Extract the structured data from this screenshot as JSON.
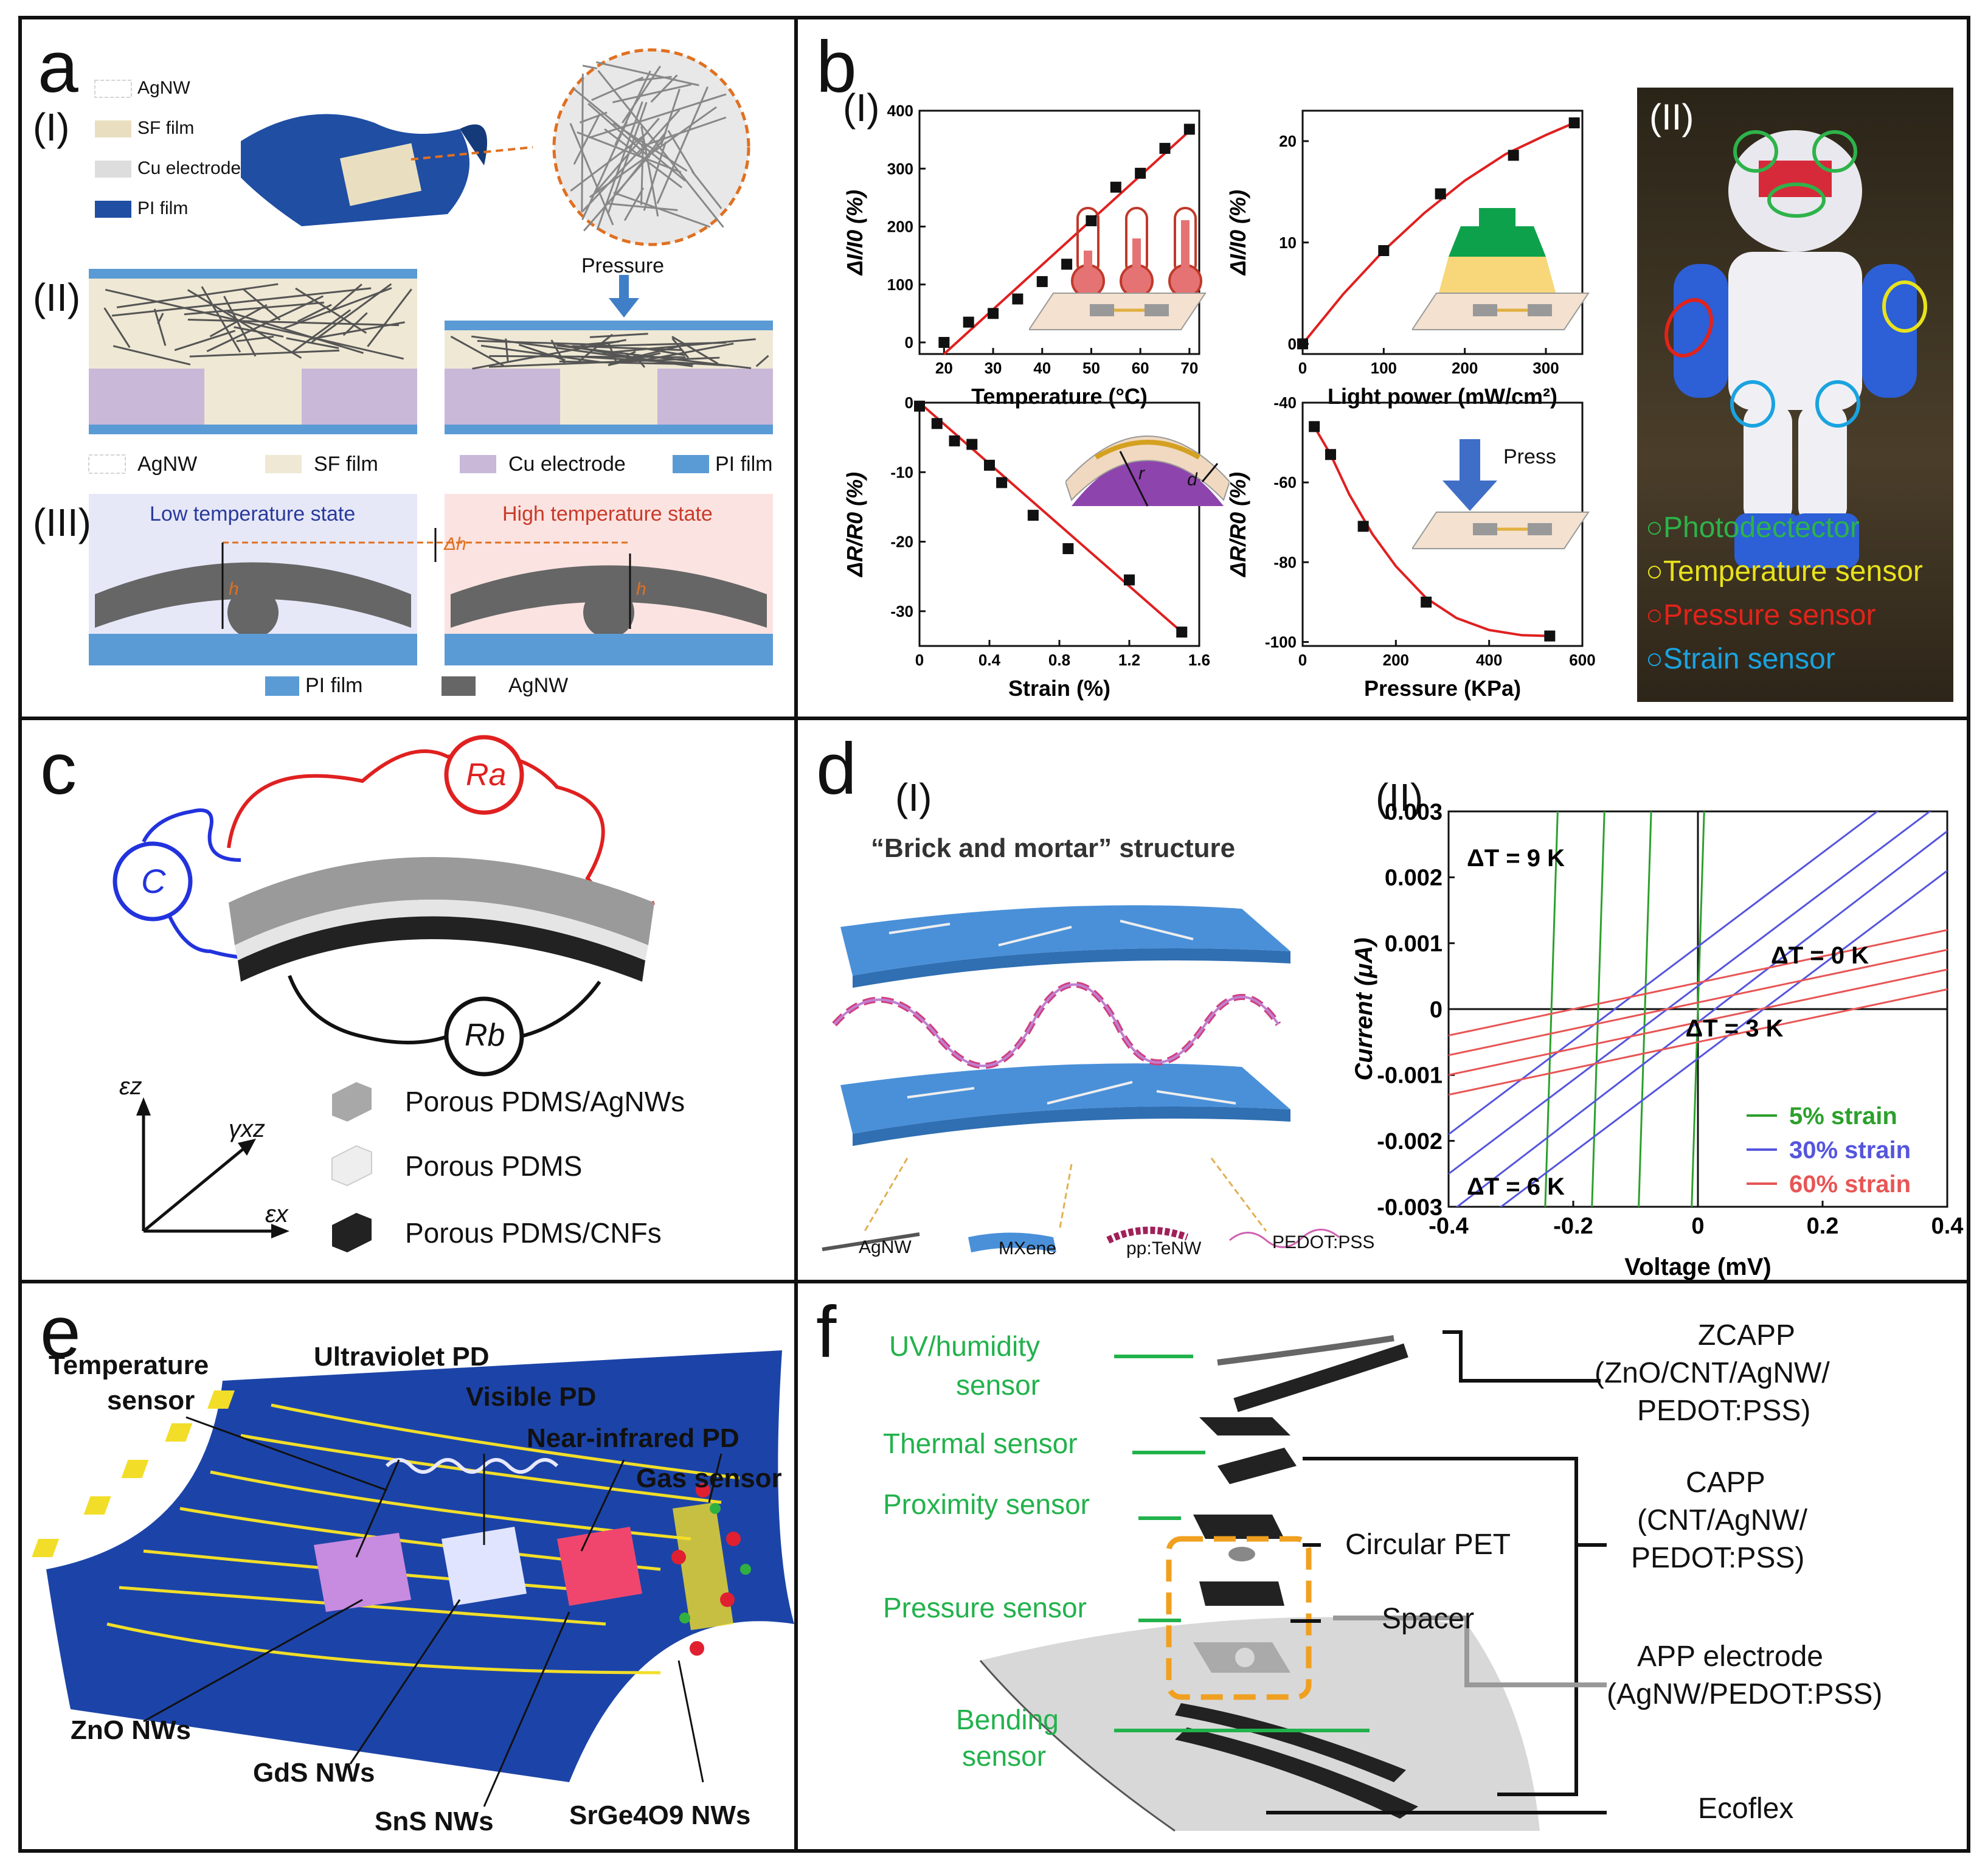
{
  "panel_a": {
    "label": "a",
    "roman": [
      "(I)",
      "(II)",
      "(III)"
    ],
    "legend_top": [
      "AgNW",
      "SF film",
      "Cu electrode",
      "PI film"
    ],
    "pressure": "Pressure",
    "legend_mid": [
      "AgNW",
      "SF film",
      "Cu electrode",
      "PI film"
    ],
    "low_state": "Low temperature state",
    "high_state": "High temperature state",
    "h": "h",
    "dh": "Δh",
    "legend_bottom": [
      "PI film",
      "AgNW"
    ],
    "colors": {
      "pi": "#5b9bd5",
      "sf": "#efe8d4",
      "cu": "#c9b8d8",
      "low_bg": "#e6e8f8",
      "high_bg": "#fbe3e1",
      "agnw": "#666666"
    }
  },
  "panel_b": {
    "label": "b",
    "roman": [
      "(I)",
      "(II)"
    ],
    "robot_legend": [
      "Photodectector",
      "Temperature sensor",
      "Pressure sensor",
      "Strain sensor"
    ],
    "robot_colors": [
      "#2db34a",
      "#e8e21c",
      "#e2231a",
      "#1aa3e0"
    ],
    "press": "Press",
    "inset_r": "r",
    "inset_d": "d"
  },
  "chart_data": [
    {
      "type": "scatter",
      "xlabel": "Temperature (°C)",
      "ylabel": "ΔI/I0 (%)",
      "xlim": [
        15,
        72
      ],
      "ylim": [
        -20,
        400
      ],
      "xticks": [
        20,
        30,
        40,
        50,
        60,
        70
      ],
      "yticks": [
        0,
        100,
        200,
        300,
        400
      ],
      "x": [
        20,
        25,
        30,
        35,
        40,
        45,
        50,
        55,
        60,
        65,
        70
      ],
      "y": [
        0,
        35,
        50,
        75,
        105,
        135,
        210,
        268,
        292,
        335,
        368
      ],
      "fit": [
        [
          20,
          -20
        ],
        [
          70,
          365
        ]
      ]
    },
    {
      "type": "scatter",
      "xlabel": "Light power (mW/cm²)",
      "ylabel": "ΔI/I0 (%)",
      "xlim": [
        0,
        345
      ],
      "ylim": [
        -1,
        23
      ],
      "xticks": [
        0,
        100,
        200,
        300
      ],
      "yticks": [
        0,
        10,
        20
      ],
      "x": [
        0,
        100,
        170,
        260,
        335
      ],
      "y": [
        0,
        9.2,
        14.8,
        18.6,
        21.8
      ],
      "fit_curve": [
        [
          0,
          0
        ],
        [
          50,
          4.9
        ],
        [
          100,
          9.2
        ],
        [
          150,
          12.9
        ],
        [
          200,
          16.1
        ],
        [
          250,
          18.7
        ],
        [
          300,
          20.6
        ],
        [
          335,
          21.8
        ]
      ]
    },
    {
      "type": "scatter",
      "xlabel": "Strain (%)",
      "ylabel": "ΔR/R0 (%)",
      "xlim": [
        0,
        1.6
      ],
      "ylim": [
        -35,
        0
      ],
      "xticks": [
        0.0,
        0.4,
        0.8,
        1.2,
        1.6
      ],
      "yticks": [
        0,
        -10,
        -20,
        -30
      ],
      "x": [
        0,
        0.1,
        0.2,
        0.3,
        0.4,
        0.47,
        0.65,
        0.85,
        1.2,
        1.5
      ],
      "y": [
        -0.5,
        -3,
        -5.5,
        -6,
        -9,
        -11.5,
        -16.2,
        -21,
        -25.5,
        -33
      ],
      "fit": [
        [
          0,
          0
        ],
        [
          1.5,
          -33
        ]
      ]
    },
    {
      "type": "scatter",
      "xlabel": "Pressure (KPa)",
      "ylabel": "ΔR/R0 (%)",
      "xlim": [
        0,
        600
      ],
      "ylim": [
        -101,
        -40
      ],
      "xticks": [
        0,
        200,
        400,
        600
      ],
      "yticks": [
        -40,
        -60,
        -80,
        -100
      ],
      "x": [
        25,
        60,
        130,
        265,
        530
      ],
      "y": [
        -46,
        -53,
        -71,
        -90,
        -98.5
      ],
      "fit_curve": [
        [
          25,
          -46
        ],
        [
          60,
          -53
        ],
        [
          100,
          -63
        ],
        [
          150,
          -73
        ],
        [
          200,
          -81
        ],
        [
          265,
          -89
        ],
        [
          330,
          -94
        ],
        [
          400,
          -97
        ],
        [
          470,
          -98.3
        ],
        [
          530,
          -98.5
        ]
      ]
    },
    {
      "type": "line",
      "xlabel": "Voltage (mV)",
      "ylabel": "Current (μA)",
      "xlim": [
        -0.4,
        0.4
      ],
      "ylim": [
        -0.003,
        0.003
      ],
      "xticks": [
        -0.4,
        -0.2,
        0.0,
        0.2,
        0.4
      ],
      "yticks": [
        0.003,
        0.002,
        0.001,
        0.0,
        -0.001,
        -0.002,
        -0.003
      ],
      "series": [
        {
          "name": "5%    strain",
          "color": "#2ca02c",
          "lines": [
            [
              [
                -0.245,
                -0.003
              ],
              [
                -0.225,
                0.003
              ]
            ],
            [
              [
                -0.17,
                -0.003
              ],
              [
                -0.15,
                0.003
              ]
            ],
            [
              [
                -0.095,
                -0.003
              ],
              [
                -0.075,
                0.003
              ]
            ],
            [
              [
                -0.01,
                -0.003
              ],
              [
                0.01,
                0.003
              ]
            ]
          ]
        },
        {
          "name": "30% strain",
          "color": "#5555dd",
          "lines": [
            [
              [
                -0.4,
                -0.0019
              ],
              [
                0.4,
                0.0038
              ]
            ],
            [
              [
                -0.4,
                -0.0025
              ],
              [
                0.4,
                0.0032
              ]
            ],
            [
              [
                -0.4,
                -0.0031
              ],
              [
                0.4,
                0.0027
              ]
            ],
            [
              [
                -0.4,
                -0.0036
              ],
              [
                0.4,
                0.0021
              ]
            ]
          ]
        },
        {
          "name": "60% strain",
          "color": "#e85555",
          "lines": [
            [
              [
                -0.4,
                -0.0004
              ],
              [
                0.4,
                0.0012
              ]
            ],
            [
              [
                -0.4,
                -0.0007
              ],
              [
                0.4,
                0.0009
              ]
            ],
            [
              [
                -0.4,
                -0.001
              ],
              [
                0.4,
                0.0006
              ]
            ],
            [
              [
                -0.4,
                -0.0013
              ],
              [
                0.4,
                0.0003
              ]
            ]
          ]
        }
      ],
      "annotations": [
        "ΔT = 9 K",
        "ΔT = 0 K",
        "ΔT = 3 K",
        "ΔT = 6 K"
      ]
    }
  ],
  "panel_c": {
    "label": "c",
    "ra": "Ra",
    "rb": "Rb",
    "c": "C",
    "axis_z": "εz",
    "axis_xz": "γxz",
    "axis_x": "εx",
    "legend": [
      "Porous PDMS/AgNWs",
      "Porous PDMS",
      "Porous PDMS/CNFs"
    ]
  },
  "panel_d": {
    "label": "d",
    "roman": [
      "(I)",
      "(II)"
    ],
    "title": "“Brick and mortar” structure",
    "legend": [
      "AgNW",
      "MXene",
      "pp:TeNW",
      "PEDOT:PSS"
    ]
  },
  "panel_e": {
    "label": "e",
    "labels": [
      "Temperature",
      "sensor",
      "Ultraviolet PD",
      "Visible PD",
      "Near-infrared PD",
      "Gas sensor",
      "ZnO NWs",
      "GdS NWs",
      "SnS NWs",
      "SrGe4O9 NWs"
    ]
  },
  "panel_f": {
    "label": "f",
    "left_labels": [
      "UV/humidity",
      "sensor",
      "Thermal sensor",
      "Proximity sensor",
      "Pressure sensor",
      "Bending",
      "sensor"
    ],
    "mid_labels": [
      "Circular PET",
      "Spacer"
    ],
    "right_labels": [
      "ZCAPP",
      "(ZnO/CNT/AgNW/",
      "PEDOT:PSS)",
      "CAPP",
      "(CNT/AgNW/",
      "PEDOT:PSS)",
      "APP electrode",
      "(AgNW/PEDOT:PSS)",
      "Ecoflex"
    ],
    "green": "#22b24c"
  }
}
